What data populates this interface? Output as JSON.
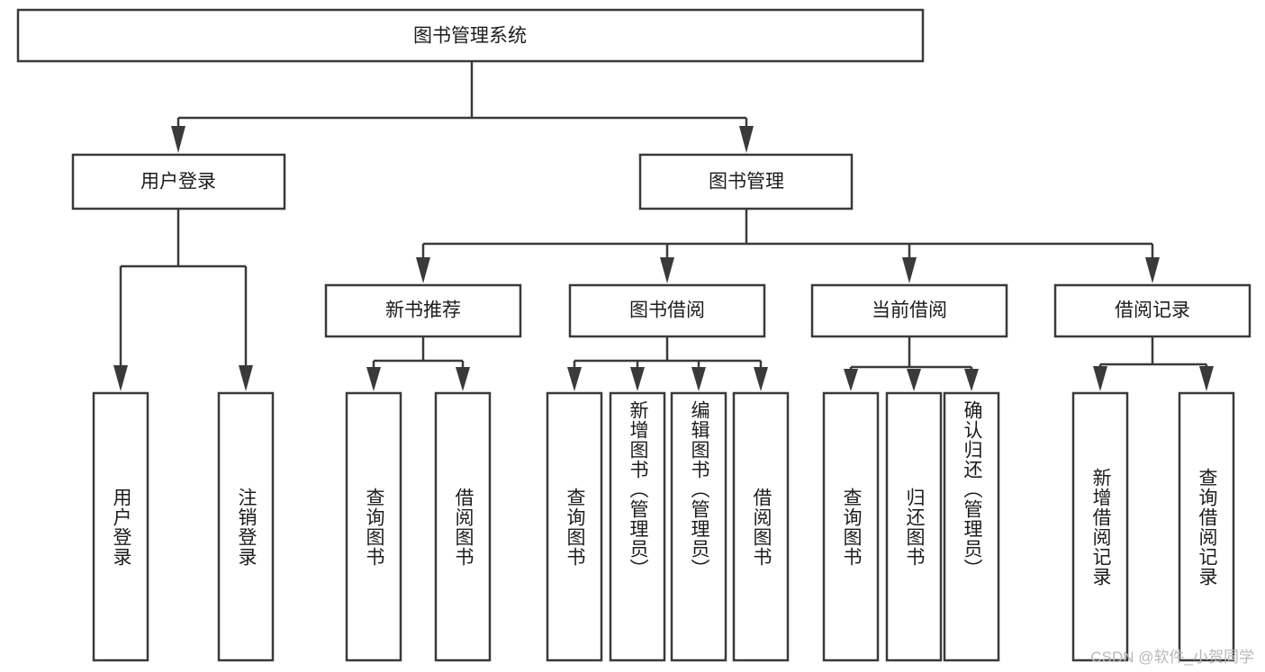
{
  "diagram": {
    "type": "hierarchy-tree",
    "title": "图书管理系统",
    "root": {
      "label": "图书管理系统"
    },
    "level2": [
      {
        "label": "用户登录"
      },
      {
        "label": "图书管理"
      }
    ],
    "level3": [
      {
        "label": "新书推荐"
      },
      {
        "label": "图书借阅"
      },
      {
        "label": "当前借阅"
      },
      {
        "label": "借阅记录"
      }
    ],
    "leaves": {
      "user_login": [
        {
          "label": "用户登录"
        },
        {
          "label": "注销登录"
        }
      ],
      "new_book_recommend": [
        {
          "label": "查询图书"
        },
        {
          "label": "借阅图书"
        }
      ],
      "book_borrow": [
        {
          "label": "查询图书"
        },
        {
          "label": "新增图书（管理员）"
        },
        {
          "label": "编辑图书（管理员）"
        },
        {
          "label": "借阅图书"
        }
      ],
      "current_borrow": [
        {
          "label": "查询图书"
        },
        {
          "label": "归还图书"
        },
        {
          "label": "确认归还（管理员）"
        }
      ],
      "borrow_record": [
        {
          "label": "新增借阅记录"
        },
        {
          "label": "查询借阅记录"
        }
      ]
    }
  },
  "watermark": {
    "text": "CSDN @软件_小贺同学"
  },
  "colors": {
    "stroke": "#3a3a3a",
    "fill": "#ffffff",
    "text": "#1c1c1c",
    "watermark": "#b8b8b8"
  }
}
